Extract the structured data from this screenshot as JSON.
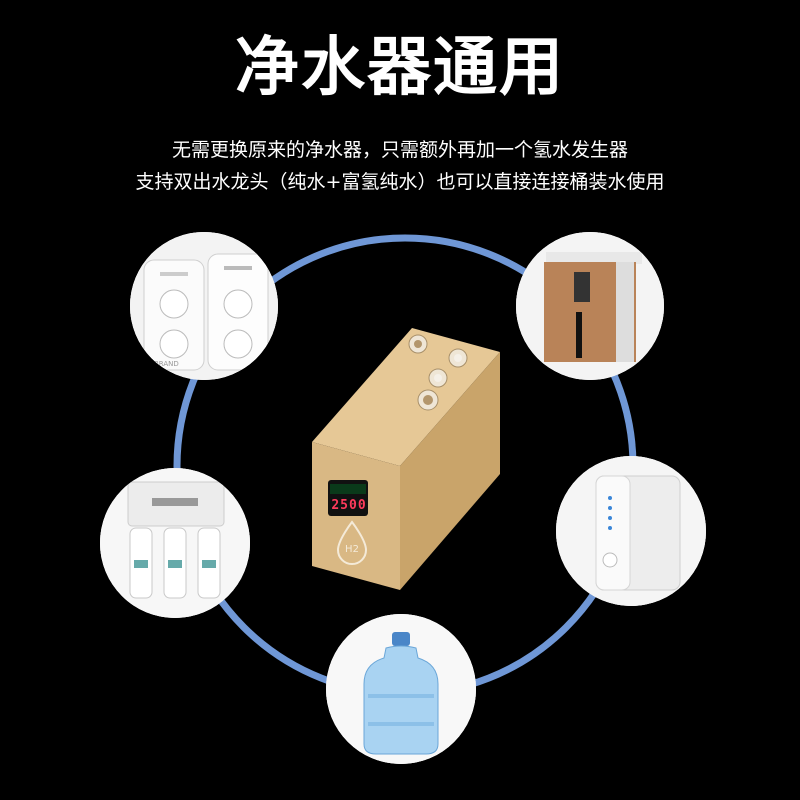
{
  "headline": "净水器通用",
  "subtitle_line1": "无需更换原来的净水器，只需额外再加一个氢水发生器",
  "subtitle_line2": "支持双出水龙头（纯水+富氢纯水）也可以直接连接桶装水使用",
  "colors": {
    "ring": "#6f97d6",
    "box": "#d8b682",
    "background": "#000000"
  },
  "center_device": {
    "display_value": "2500",
    "drop_label": "H2"
  },
  "bubbles": [
    {
      "name": "twin-white-purifier",
      "brand": "BRAND"
    },
    {
      "name": "brown-panel-purifier"
    },
    {
      "name": "multi-stage-filter-purifier"
    },
    {
      "name": "white-cabinet-purifier"
    },
    {
      "name": "bottled-water-jug"
    }
  ]
}
